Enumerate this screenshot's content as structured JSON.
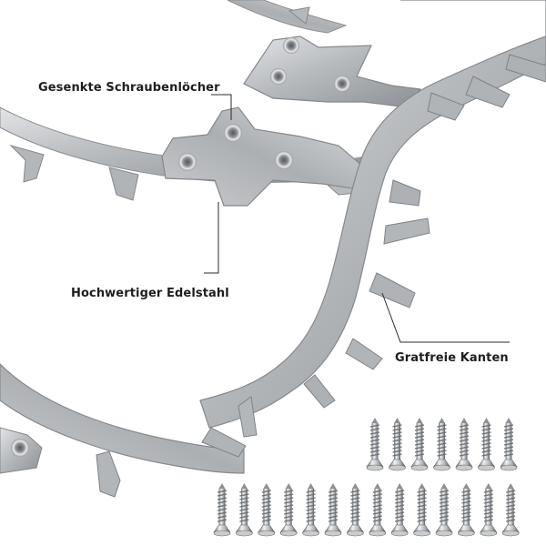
{
  "labels": {
    "countersunk_holes": "Gesenkte Schraubenlöcher",
    "stainless_steel": "Hochwertiger Edelstahl",
    "burr_free_edges": "Gratfreie Kanten"
  },
  "colors": {
    "steel_light": "#d4d6d8",
    "steel_mid": "#a8abae",
    "steel_dark": "#7c7f83",
    "text": "#1e1e1e",
    "background": "#ffffff"
  },
  "screws": {
    "top_row_count": 7,
    "bottom_row_count": 14
  }
}
